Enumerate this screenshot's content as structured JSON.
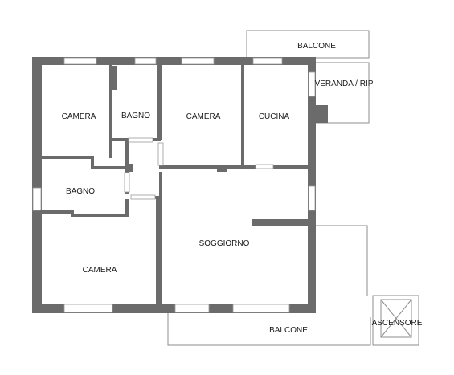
{
  "floor_plan": {
    "rooms": {
      "balcone_top": "BALCONE",
      "veranda": "VERANDA / RIP",
      "camera_1": "CAMERA",
      "bagno_1": "BAGNO",
      "camera_2": "CAMERA",
      "cucina": "CUCINA",
      "bagno_2": "BAGNO",
      "soggiorno": "SOGGIORNO",
      "camera_3": "CAMERA",
      "balcone_bottom": "BALCONE",
      "ascensore": "ASCENSORE"
    }
  }
}
